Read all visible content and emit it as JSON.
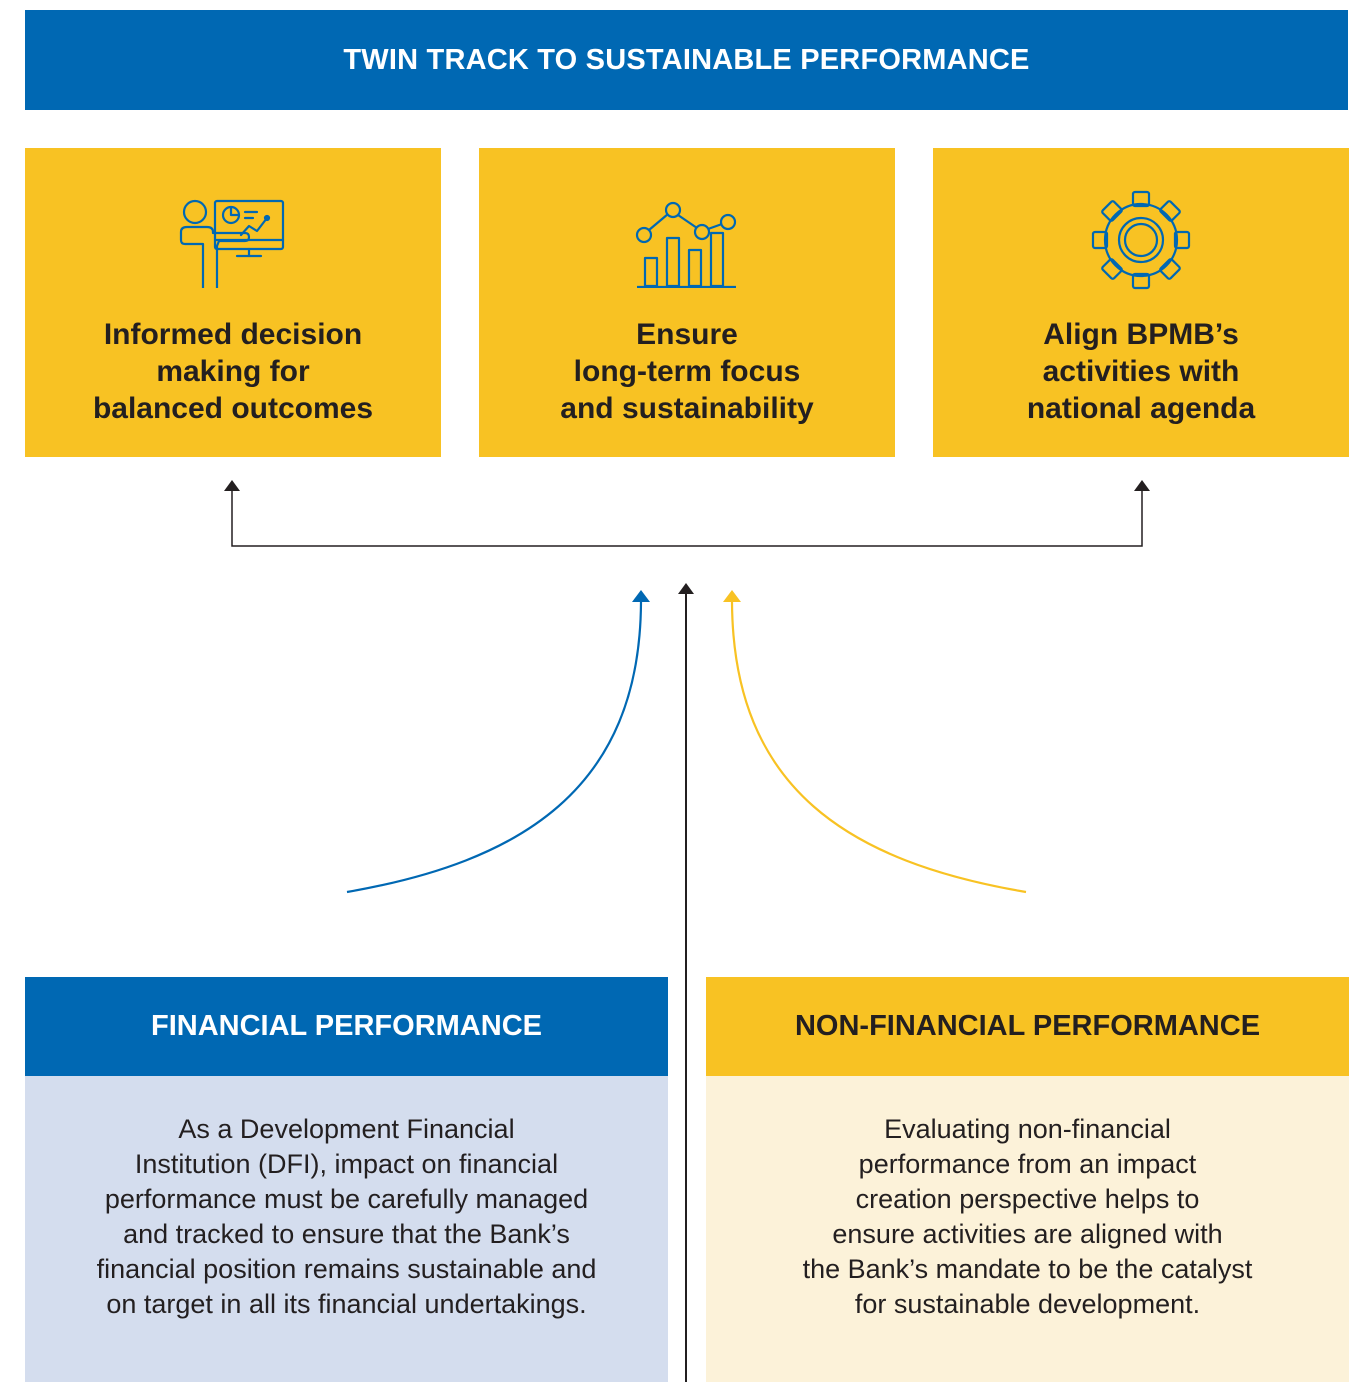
{
  "header": {
    "title": "TWIN TRACK TO SUSTAINABLE PERFORMANCE"
  },
  "cards": [
    {
      "icon": "presentation-screen-icon",
      "text": "Informed decision\nmaking for\nbalanced outcomes"
    },
    {
      "icon": "bar-line-chart-icon",
      "text": "Ensure\nlong-term focus\nand sustainability"
    },
    {
      "icon": "gear-icon",
      "text": "Align BPMB’s\nactivities with\nnational agenda"
    }
  ],
  "financial": {
    "title": "FINANCIAL PERFORMANCE",
    "body": "As a Development Financial\nInstitution (DFI), impact on financial\nperformance must be carefully managed\nand tracked to ensure that the Bank’s\nfinancial position remains sustainable and\non target in all its financial undertakings."
  },
  "non_financial": {
    "title": "NON-FINANCIAL PERFORMANCE",
    "body": "Evaluating non-financial\nperformance from an impact\ncreation perspective helps to\nensure activities are aligned with\nthe Bank’s mandate to be the catalyst\nfor sustainable development."
  },
  "colors": {
    "blue": "#0068b3",
    "yellow": "#f8c223",
    "light_blue": "#d4ddee",
    "light_yellow": "#fcf2d9",
    "dark": "#231f20"
  }
}
